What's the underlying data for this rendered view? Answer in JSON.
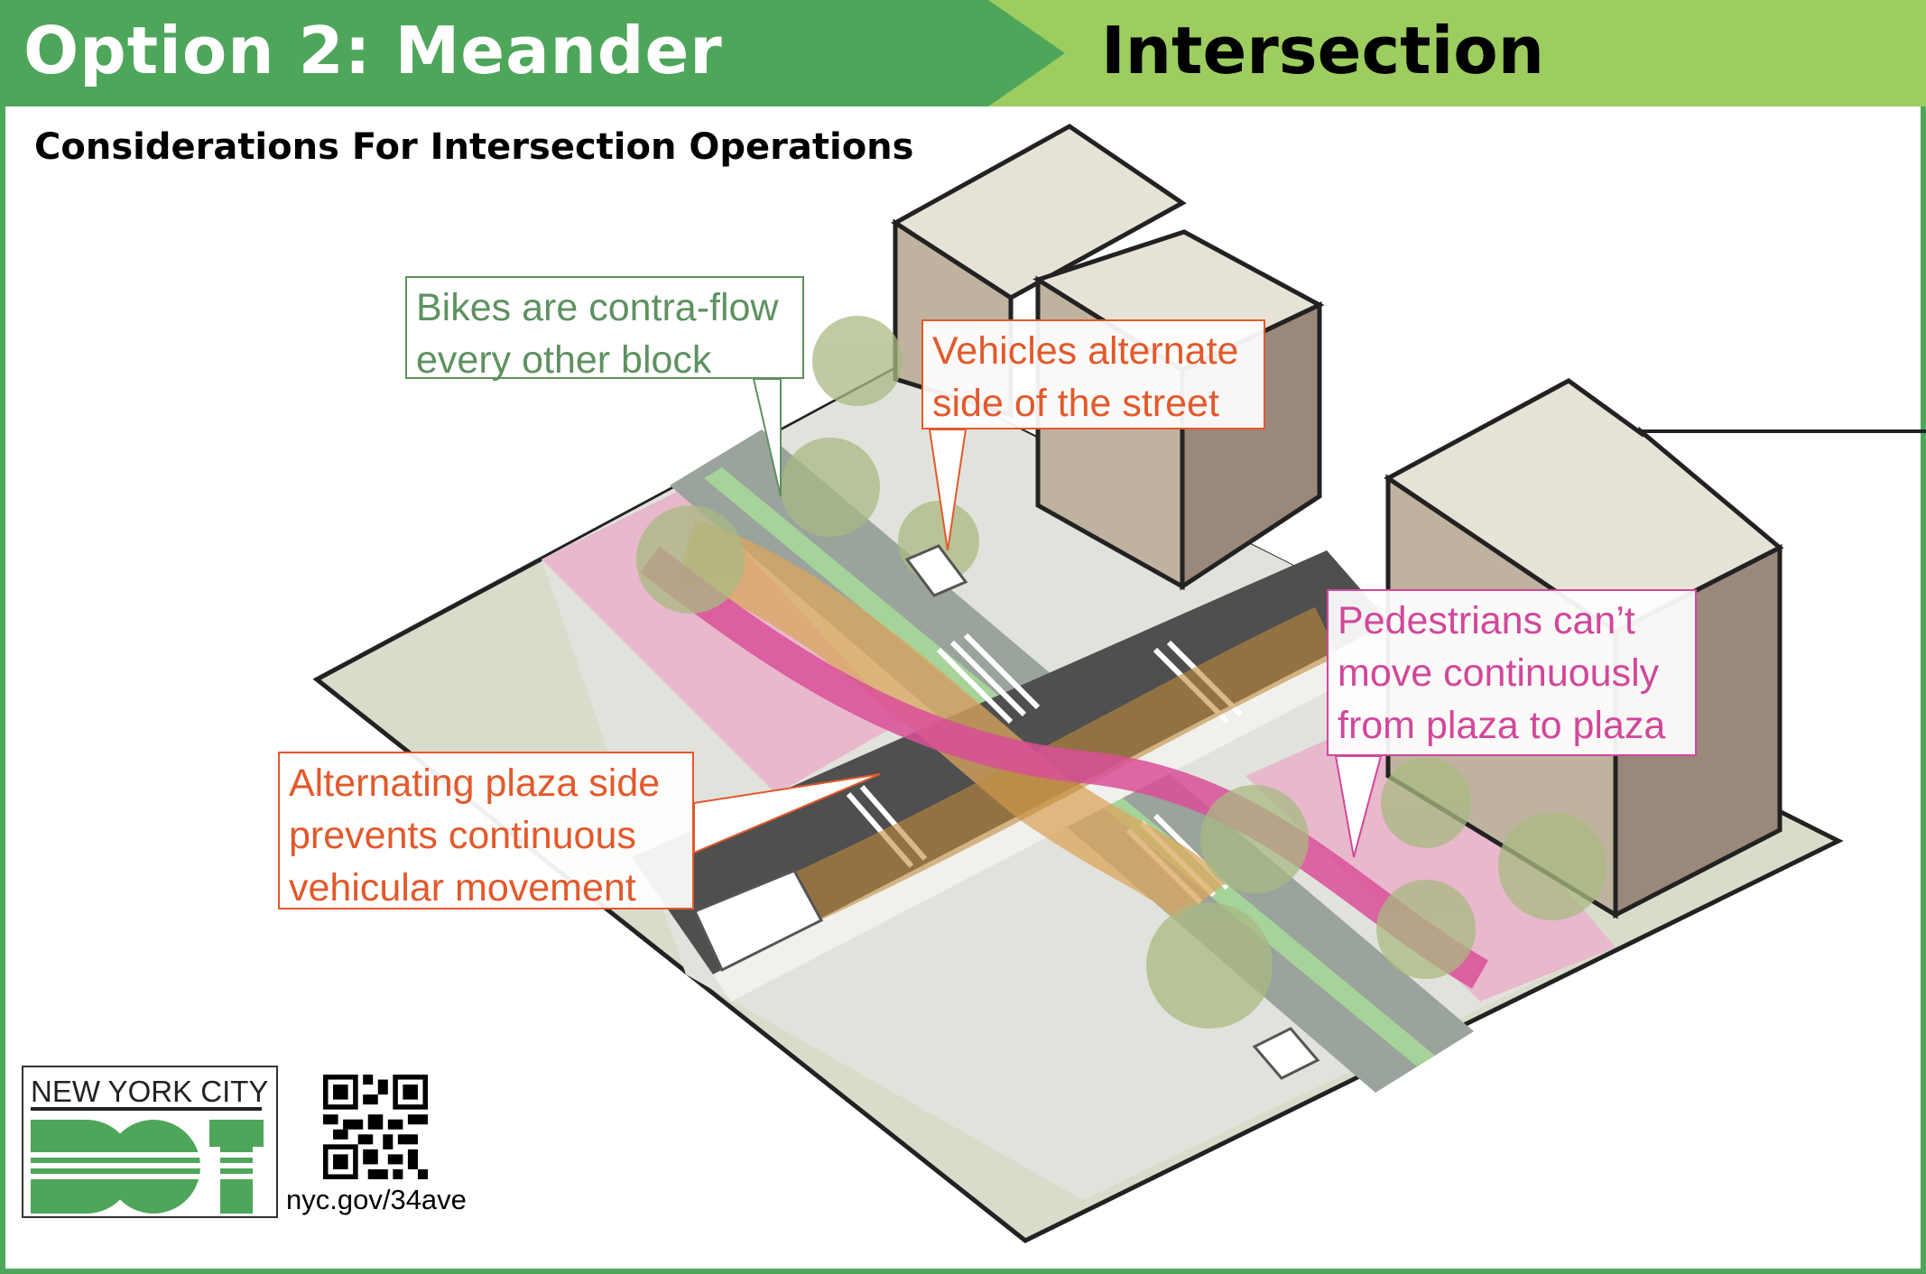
{
  "header": {
    "title": "Option 2: Meander",
    "section": "Intersection"
  },
  "subtitle": "Considerations For Intersection Operations",
  "callouts": {
    "bikes": {
      "lines": [
        "Bikes are contra-flow",
        "every other block"
      ],
      "color": "#5e9160"
    },
    "vehicles": {
      "lines": [
        "Vehicles alternate",
        "side of the street"
      ],
      "color": "#e2592b"
    },
    "pedestrians": {
      "lines": [
        "Pedestrians can’t",
        "move continuously",
        "from plaza to plaza"
      ],
      "color": "#d1479b"
    },
    "plaza": {
      "lines": [
        "Alternating plaza side",
        "prevents continuous",
        "vehicular movement"
      ],
      "color": "#e2592b"
    }
  },
  "logo": {
    "text": "NEW  YORK CITY",
    "mark": "DOT"
  },
  "qr": {
    "url": "nyc.gov/34ave"
  },
  "colors": {
    "brand_green": "#4ea65a",
    "light_green": "#9dcd5f",
    "plaza_pink": "#e9b6cb",
    "road": "#555555"
  }
}
